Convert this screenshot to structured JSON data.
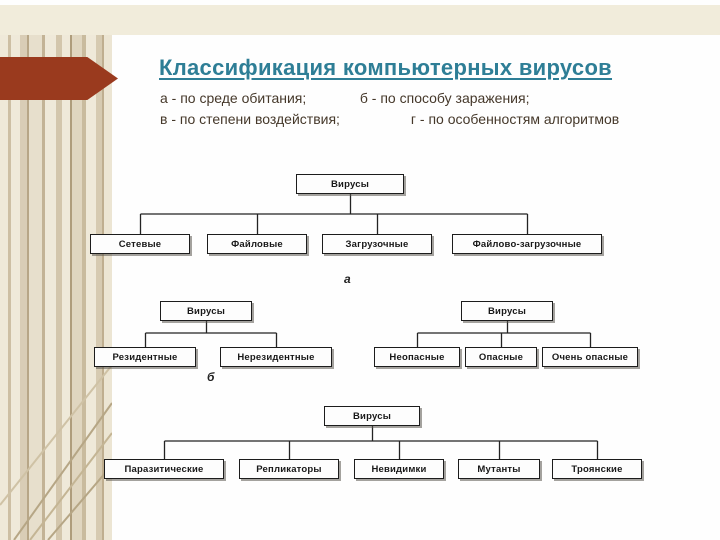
{
  "slide": {
    "title": "Классификация компьютерных вирусов",
    "legend": {
      "a": "а - по среде обитания;",
      "b": "б - по способу заражения;",
      "v": "в - по степени воздействия;",
      "g": "г - по особенностям алгоритмов"
    }
  },
  "diagram": {
    "tree_a": {
      "root": "Вирусы",
      "children": [
        "Сетевые",
        "Файловые",
        "Загрузочные",
        "Файлово-загрузочные"
      ],
      "label": "а"
    },
    "tree_b": {
      "root": "Вирусы",
      "children": [
        "Резидентные",
        "Нерезидентные"
      ],
      "label": "б"
    },
    "tree_c": {
      "root": "Вирусы",
      "children": [
        "Неопасные",
        "Опасные",
        "Очень опасные"
      ]
    },
    "tree_d": {
      "root": "Вирусы",
      "children": [
        "Паразитические",
        "Репликаторы",
        "Невидимки",
        "Мутанты",
        "Троянские"
      ]
    }
  },
  "colors": {
    "title_text": "#2e7e96",
    "accent_arrow": "#9a3a1e",
    "top_bar": "#f1ecdb",
    "body_text": "#45382a"
  }
}
